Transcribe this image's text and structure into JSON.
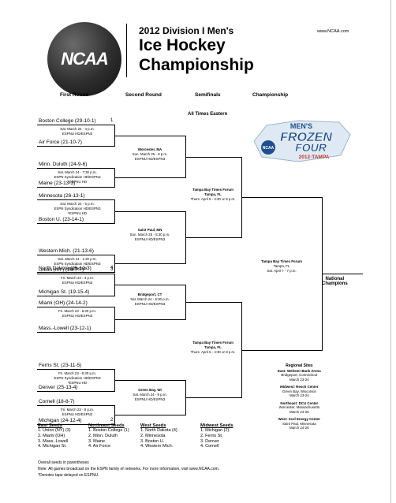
{
  "header": {
    "logo_text": "NCAA",
    "title_line1": "2012 Division I Men's",
    "title_line2": "Ice Hockey",
    "title_line3": "Championship",
    "url": "www.NCAA.com"
  },
  "rounds": {
    "first": "First Round",
    "second": "Second Round",
    "semifinals": "Semifinals",
    "championship": "Championship"
  },
  "time_zone": "All Times Eastern",
  "frozen_four_logo": {
    "line1": "MEN'S",
    "line2": "FROZEN",
    "line3": "FOUR",
    "line4": "2012·TAMPA"
  },
  "first_round": [
    {
      "team_a": "Boston College (29-10-1)",
      "seed_a": "1",
      "info": [
        "Sat. March 24 - 4 p.m.",
        "ESPNU HD/ESPN3"
      ],
      "team_b": "Air Force  (21-10-7)",
      "seed_b": ""
    },
    {
      "team_a": "Minn. Duluth  (24-9-6)",
      "seed_a": "",
      "info": [
        "Sat. March 24 - 7:30 p.m.",
        "ESPN Syndication HD/ESPN3",
        "*ESPNU HD"
      ],
      "team_b": "Maine  (23-13-3)",
      "seed_b": ""
    },
    {
      "team_a": "Minnesota  (26-13-1)",
      "seed_a": "",
      "info": [
        "Sat. March 24 - 5 p.m.",
        "ESPN Syndication HD/ESPN3",
        "*ESPNU HD"
      ],
      "team_b": "Boston U.  (23-14-1)",
      "seed_b": ""
    },
    {
      "team_a": "Western Mich.  (21-13-6)",
      "seed_a": "",
      "info": [
        "Sat. March 24 - 1:30 p.m.",
        "ESPN Syndication HD/ESPN3",
        "*ESPNU HD"
      ],
      "team_b": "North Dakota  (25-12-3)",
      "seed_b": "4"
    },
    {
      "team_a": "Union (NY)  (24-7-7)",
      "seed_a": "3",
      "info": [
        "Fri. March 23 - 3 p.m.",
        "ESPNU HD/ESPN3"
      ],
      "team_b": "Michigan St.  (19-15-4)",
      "seed_b": ""
    },
    {
      "team_a": "Miami (OH)  (24-14-2)",
      "seed_a": "",
      "info": [
        "Fri. March 23 - 6:30 p.m.",
        "ESPNU HD/ESPN3"
      ],
      "team_b": "Mass.-Lowell  (23-12-1)",
      "seed_b": ""
    },
    {
      "team_a": "Ferris St.  (23-11-5)",
      "seed_a": "",
      "info": [
        "Fri. March 23 - 5:30 p.m.",
        "ESPN Syndication HD/ESPN3",
        "*ESPNU HD"
      ],
      "team_b": "Denver  (25-13-4)",
      "seed_b": ""
    },
    {
      "team_a": "Cornell  (18-8-7)",
      "seed_a": "",
      "info": [
        "Fri. March 23 - 9 p.m.",
        "ESPNU HD/ESPN3"
      ],
      "team_b": "Michigan  (24-12-4)",
      "seed_b": "2"
    }
  ],
  "second_round": [
    {
      "venue": "Worcester, MA",
      "lines": [
        "Sun. March 25 - 8 p.m.",
        "ESPNU HD/ESPN3"
      ]
    },
    {
      "venue": "Saint Paul, MN",
      "lines": [
        "Sun. March 25 - 5:30 p.m.",
        "ESPNU HD/ESPN3"
      ]
    },
    {
      "venue": "Bridgeport, CT",
      "lines": [
        "Sat. March 24 - 6:30 p.m.",
        "ESPNU HD/ESPN3"
      ]
    },
    {
      "venue": "Green Bay, WI",
      "lines": [
        "Sat. March 24 - 9 p.m.",
        "ESPNU HD/ESPN3"
      ]
    }
  ],
  "semifinals": [
    {
      "venue": "Tampa Bay Times Forum",
      "city": "Tampa, FL",
      "time": "Thurs. April 5 - 4:30 or 8 p.m."
    },
    {
      "venue": "Tampa Bay Times Forum",
      "city": "Tampa, FL",
      "time": "Thurs. April 5 - 4:30 or 8 p.m."
    }
  ],
  "championship": {
    "venue": "Tampa Bay Times Forum",
    "city": "Tampa, FL",
    "time": "Sat. April 7 - 7 p.m."
  },
  "national_champions": [
    "National",
    "Champions"
  ],
  "regional_sites": {
    "title": "Regional Sites",
    "sites": [
      [
        "East:  Webster Bank Arena",
        "Bridgeport, Connecticut",
        "March 23-24"
      ],
      [
        "Midwest:  Resch Center",
        "Green Bay, Wisconsin",
        "March 23-24"
      ],
      [
        "Northeast:  DCU Center",
        "Worcester, Massachusetts",
        "March 24-25"
      ],
      [
        "West:  Xcel Energy Center",
        "Saint Paul, Minnesota",
        "March 24-25"
      ]
    ]
  },
  "seeds": [
    {
      "title": "East Seeds",
      "items": [
        "1.  Union (NY) (3)",
        "2.  Miami (OH)",
        "3.  Mass.-Lowell",
        "4.  Michigan St."
      ]
    },
    {
      "title": "Northeast Seeds",
      "items": [
        "1.  Boston College (1)",
        "2.  Minn. Duluth",
        "3.  Maine",
        "4.  Air Force"
      ]
    },
    {
      "title": "West Seeds",
      "items": [
        "1.  North Dakota (4)",
        "2.  Minnesota",
        "3.  Boston U.",
        "4.  Western Mich."
      ]
    },
    {
      "title": "Midwest Seeds",
      "items": [
        "1.  Michigan (2)",
        "2.  Ferris St.",
        "3.  Denver",
        "4.  Cornell"
      ]
    }
  ],
  "footnotes": [
    "Overall seeds in parentheses",
    "Note:  All games broadcast on the ESPN family of networks.  For more information, visit www.NCAA.com.",
    "*Denotes tape delayed on ESPNU."
  ]
}
